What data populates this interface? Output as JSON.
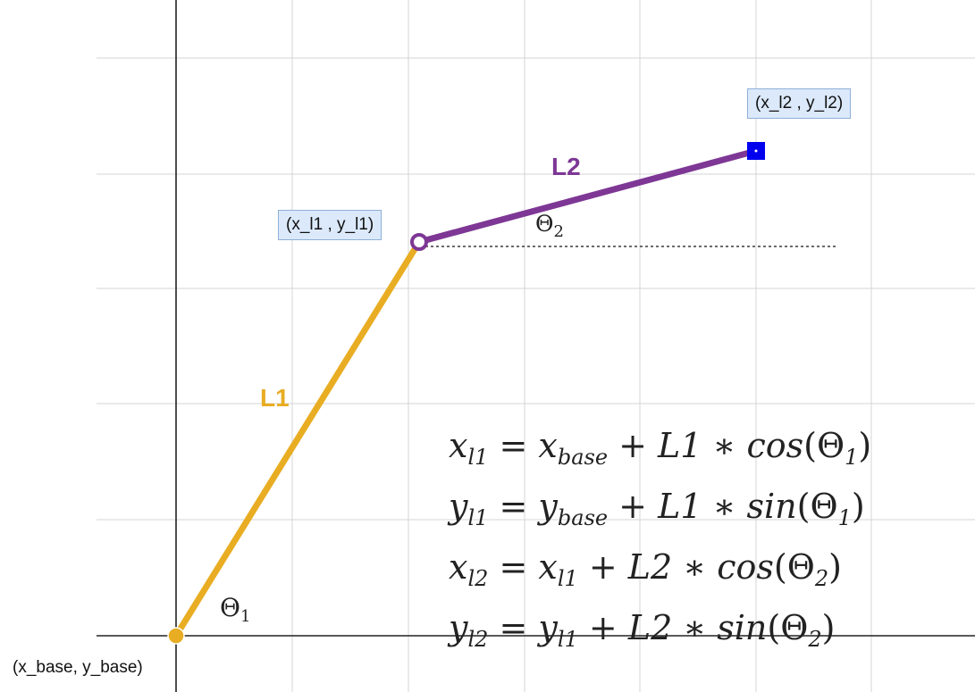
{
  "colors": {
    "link1": "#e8ad23",
    "link2": "#7e3795",
    "end_effector": "#0000ee",
    "grid": "#d4d4d4",
    "axis": "#222222",
    "label_bg": "#dbe9fb"
  },
  "labels": {
    "base_point": "(x_base, y_base)",
    "joint1_point": "(x_l1 , y_l1)",
    "end_point": "(x_l2 , y_l2)",
    "link1_name": "L1",
    "link2_name": "L2",
    "theta1_symbol": "Θ",
    "theta1_sub": "1",
    "theta2_symbol": "Θ",
    "theta2_sub": "2"
  },
  "equations": [
    {
      "lhs": "x",
      "lhs_sub": "l1",
      "eq": " = ",
      "t1": "x",
      "t1_sub": "base",
      "op": " + ",
      "t2": "L1",
      "mul": " ∗ ",
      "fn": "cos",
      "arg": "(Θ",
      "arg_sub": "1",
      "close": ")"
    },
    {
      "lhs": "y",
      "lhs_sub": "l1",
      "eq": " = ",
      "t1": "y",
      "t1_sub": "base",
      "op": " + ",
      "t2": "L1",
      "mul": " ∗ ",
      "fn": "sin",
      "arg": "(Θ",
      "arg_sub": "1",
      "close": ")"
    },
    {
      "lhs": "x",
      "lhs_sub": "l2",
      "eq": " = ",
      "t1": "x",
      "t1_sub": "l1",
      "op": " + ",
      "t2": "L2",
      "mul": " ∗ ",
      "fn": "cos",
      "arg": "(Θ",
      "arg_sub": "2",
      "close": ")"
    },
    {
      "lhs": "y",
      "lhs_sub": "l2",
      "eq": " = ",
      "t1": "y",
      "t1_sub": "l1",
      "op": " + ",
      "t2": "L2",
      "mul": " ∗ ",
      "fn": "sin",
      "arg": "(Θ",
      "arg_sub": "2",
      "close": ")"
    }
  ]
}
